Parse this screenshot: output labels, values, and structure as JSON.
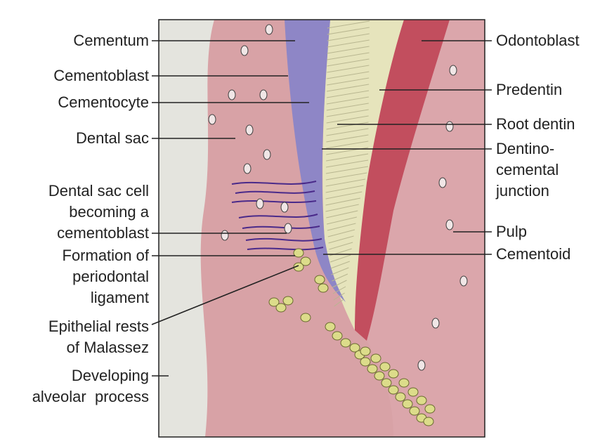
{
  "left_labels": {
    "cementum": "Cementum",
    "cementoblast": "Cementoblast",
    "cementocyte": "Cementocyte",
    "dental_sac": "Dental sac",
    "dental_sac_cell": [
      "Dental sac cell",
      "becoming a",
      "cementoblast"
    ],
    "formation": [
      "Formation of",
      "periodontal",
      "ligament"
    ],
    "epithelial": [
      "Epithelial rests",
      "of Malassez"
    ],
    "alveolar": [
      "Developing",
      "alveolar  process"
    ]
  },
  "right_labels": {
    "odontoblast": "Odontoblast",
    "predentin": "Predentin",
    "root_dentin": "Root dentin",
    "dentinocemental": [
      "Dentino-",
      "cemental",
      "junction"
    ],
    "pulp": "Pulp",
    "cementoid": "Cementoid"
  },
  "colors": {
    "bone": "#e4e4de",
    "sac": "#d8a2a6",
    "cementum": "#8e86c6",
    "dentin": "#e6e4bc",
    "odontoblast": "#c24e5e",
    "pulp": "#dba6ab",
    "rests": "#dcdc8a"
  }
}
